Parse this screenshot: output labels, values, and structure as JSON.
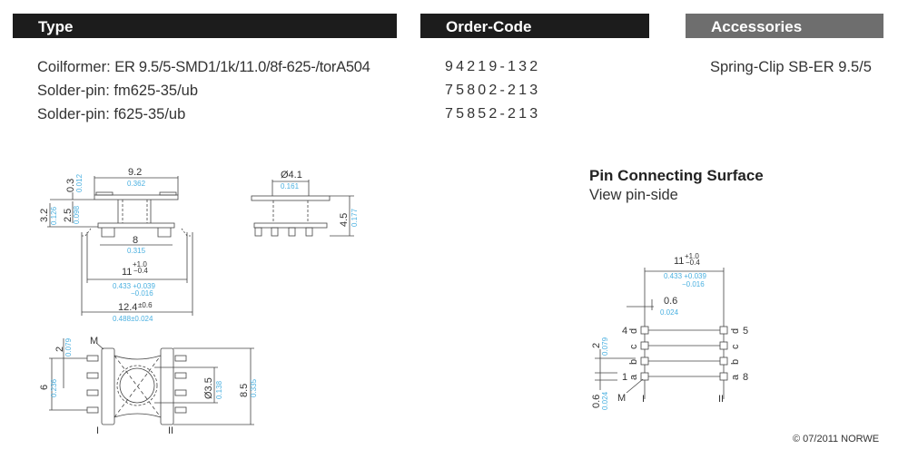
{
  "headers": {
    "type": "Type",
    "order_code": "Order-Code",
    "accessories": "Accessories"
  },
  "items": [
    {
      "label": "Coilformer:",
      "value": "ER 9.5/5-SMD1/1k/11.0/8f-625-/torA504",
      "order_code": "94219-132"
    },
    {
      "label": "Solder-pin:",
      "value": "fm625-35/ub",
      "order_code": "75802-213"
    },
    {
      "label": "Solder-pin:",
      "value": "f625-35/ub",
      "order_code": "75852-213"
    }
  ],
  "accessories": [
    "Spring-Clip SB-ER 9.5/5"
  ],
  "pin_section": {
    "title": "Pin Connecting Surface",
    "subtitle": "View pin-side"
  },
  "dimensions": {
    "d_92": "9.2",
    "d_92_in": "0.362",
    "d_03": "0.3",
    "d_03_in": "0.012",
    "d_32": "3.2",
    "d_32_in": "0.126",
    "d_25": "2.5",
    "d_25_in": "0.098",
    "d_8": "8",
    "d_8_in": "0.315",
    "d_11": "11",
    "d_11_tol_plus": "+1.0",
    "d_11_tol_minus": "−0.4",
    "d_11_in": "0.433 +0.039",
    "d_11_in_minus": "−0.016",
    "d_124": "12.4",
    "d_124_tol": "±0.6",
    "d_124_in": "0.488±0.024",
    "d_41": "Ø4.1",
    "d_41_in": "0.161",
    "d_45": "4.5",
    "d_45_in": "0.177",
    "d_2": "2",
    "d_2_in": "0.079",
    "d_6": "6",
    "d_6_in": "0.236",
    "d_35": "Ø3.5",
    "d_35_in": "0.138",
    "d_85": "8.5",
    "d_85_in": "0.335",
    "d_06": "0.6",
    "d_06_in": "0.024",
    "marker_m": "M",
    "side_1": "I",
    "side_2": "II"
  },
  "pins": {
    "left": [
      {
        "num": "4",
        "letter": "d"
      },
      {
        "num": "",
        "letter": "c"
      },
      {
        "num": "",
        "letter": "b"
      },
      {
        "num": "1",
        "letter": "a"
      }
    ],
    "right": [
      {
        "num": "5",
        "letter": "d"
      },
      {
        "num": "",
        "letter": "c"
      },
      {
        "num": "",
        "letter": "b"
      },
      {
        "num": "8",
        "letter": "a"
      }
    ]
  },
  "copyright": "© 07/2011 NORWE"
}
